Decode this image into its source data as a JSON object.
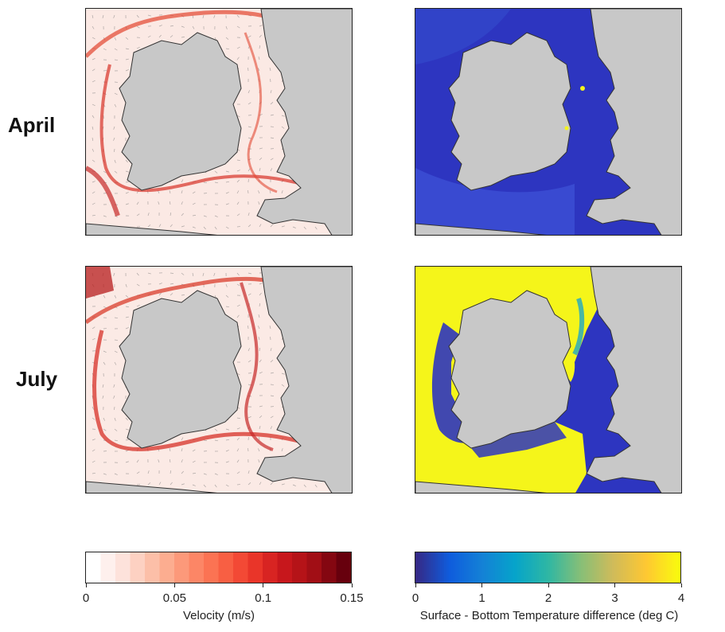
{
  "rows": [
    {
      "label": "April"
    },
    {
      "label": "July"
    }
  ],
  "colorbars": [
    {
      "label": "Velocity (m/s)",
      "ticks": [
        "0",
        "0.05",
        "0.1",
        "0.15"
      ],
      "range": [
        0,
        0.15
      ],
      "colormap": "white-to-dark-red",
      "colors": [
        "#ffffff",
        "#fde0d9",
        "#fcbba1",
        "#fc9272",
        "#fb6a4a",
        "#ef3b2c",
        "#cb181d",
        "#a50f15",
        "#67000d"
      ]
    },
    {
      "label": "Surface - Bottom Temperature difference (deg C)",
      "ticks": [
        "0",
        "1",
        "2",
        "3",
        "4"
      ],
      "range": [
        0,
        4
      ],
      "colormap": "parula",
      "colors": [
        "#352a87",
        "#0f5cdd",
        "#1481d6",
        "#06a4ca",
        "#2eb7a4",
        "#87bf77",
        "#d1bb59",
        "#fec832",
        "#f9fb0e"
      ]
    }
  ],
  "colors": {
    "land": "#c8c8c8",
    "coast": "#333333",
    "velocity_sea": "#fbe7e2",
    "velocity_jet": "#d7301f",
    "temp_low": "#2d2fb8",
    "temp_high": "#f5f51a"
  }
}
